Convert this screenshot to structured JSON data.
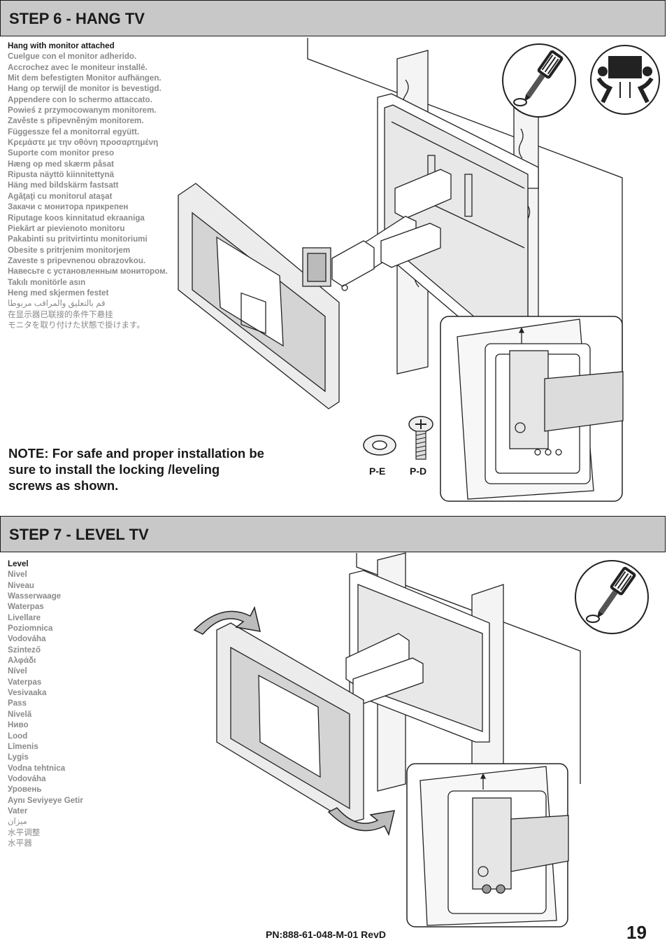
{
  "step6": {
    "title": "STEP 6 - HANG TV",
    "instructions": [
      "Hang with monitor attached",
      "Cuelgue con el monitor adherido.",
      "Accrochez avec le moniteur installé.",
      "Mit dem befestigten Monitor aufhängen.",
      "Hang op terwijl de monitor is bevestigd.",
      "Appendere con lo schermo attaccato.",
      "Powieś z przymocowanym monitorem.",
      "Zavěste s připevněným monitorem.",
      "Függessze fel a monitorral együtt.",
      "Κρεμάστε με την οθόνη προσαρτημένη",
      "Suporte com monitor preso",
      "Hæng op med skærm påsat",
      "Ripusta näyttö kiinnitettynä",
      "Häng med bildskärm fastsatt",
      "Agăţaţi cu monitorul ataşat",
      "Закачи с монитора прикрепен",
      "Riputage koos kinnitatud ekraaniga",
      "Piekārt ar pievienoto monitoru",
      "Pakabinti su pritvirtintu monitoriumi",
      "Obesite s pritrjenim monitorjem",
      "Zaveste s pripevnenou obrazovkou.",
      "Навесьте с установленным монитором.",
      "Takılı monitörle asın",
      "Heng med skjermen festet",
      "قم بالتعليق والمراقب مربوطا",
      "在显示器已联接的条件下悬挂",
      "モニタを取り付けた状態で掛けます。"
    ],
    "note": "NOTE: For safe and proper installation be sure to install the locking /leveling screws as shown.",
    "parts": [
      "P-E",
      "P-D"
    ]
  },
  "step7": {
    "title": "STEP 7 - LEVEL TV",
    "instructions": [
      "Level",
      "Nivel",
      "Niveau",
      "Wasserwaage",
      "Waterpas",
      "Livellare",
      "Poziomnica",
      "Vodováha",
      "Szintező",
      "Αλφάδι",
      "Nível",
      "Vaterpas",
      "Vesivaaka",
      "Pass",
      "Nivelă",
      "Ниво",
      "Lood",
      "Līmenis",
      "Lygis",
      "Vodna tehtnica",
      "Vodováha",
      "Уровень",
      "Aynı Seviyeye Getir",
      "Vater",
      "ميزان",
      "水平调整",
      "水平器"
    ]
  },
  "footer": {
    "part_number": "PN:888-61-048-M-01  RevD",
    "page_number": "19"
  },
  "icons": {
    "screwdriver": "screwdriver-icon",
    "two_person_lift": "two-person-lift-icon",
    "rotate_arrow": "rotate-arrow-icon"
  },
  "colors": {
    "header_bg": "#c8c8c8",
    "text_dark": "#1a1a1a",
    "text_grey": "#8a8a8a",
    "line_art": "#222222"
  }
}
